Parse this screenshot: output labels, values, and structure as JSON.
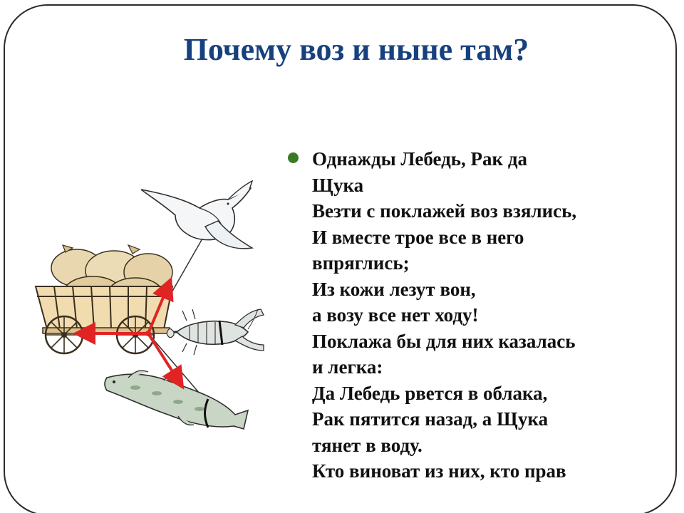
{
  "slide": {
    "title": "Почему воз и ныне там?",
    "poem_lines": [
      "Однажды Лебедь, Рак да",
      "Щука",
      "Везти с поклажей воз взялись,",
      "И вместе трое все в него",
      "впряглись;",
      "Из кожи лезут вон,",
      "а возу все нет ходу!",
      "Поклажа бы для них казалась",
      "и легка:",
      "Да Лебедь рвется в облака,",
      "Рак пятится назад, а Щука",
      "тянет в воду.",
      "Кто виноват из них, кто прав"
    ]
  },
  "colors": {
    "title": "#17417e",
    "bullet": "#3b7a24",
    "arrow": "#e02424",
    "frame": "#2b2b2b"
  },
  "illustration": {
    "icons": [
      "swan-icon",
      "cart-icon",
      "crayfish-icon",
      "pike-icon",
      "force-arrows"
    ]
  }
}
